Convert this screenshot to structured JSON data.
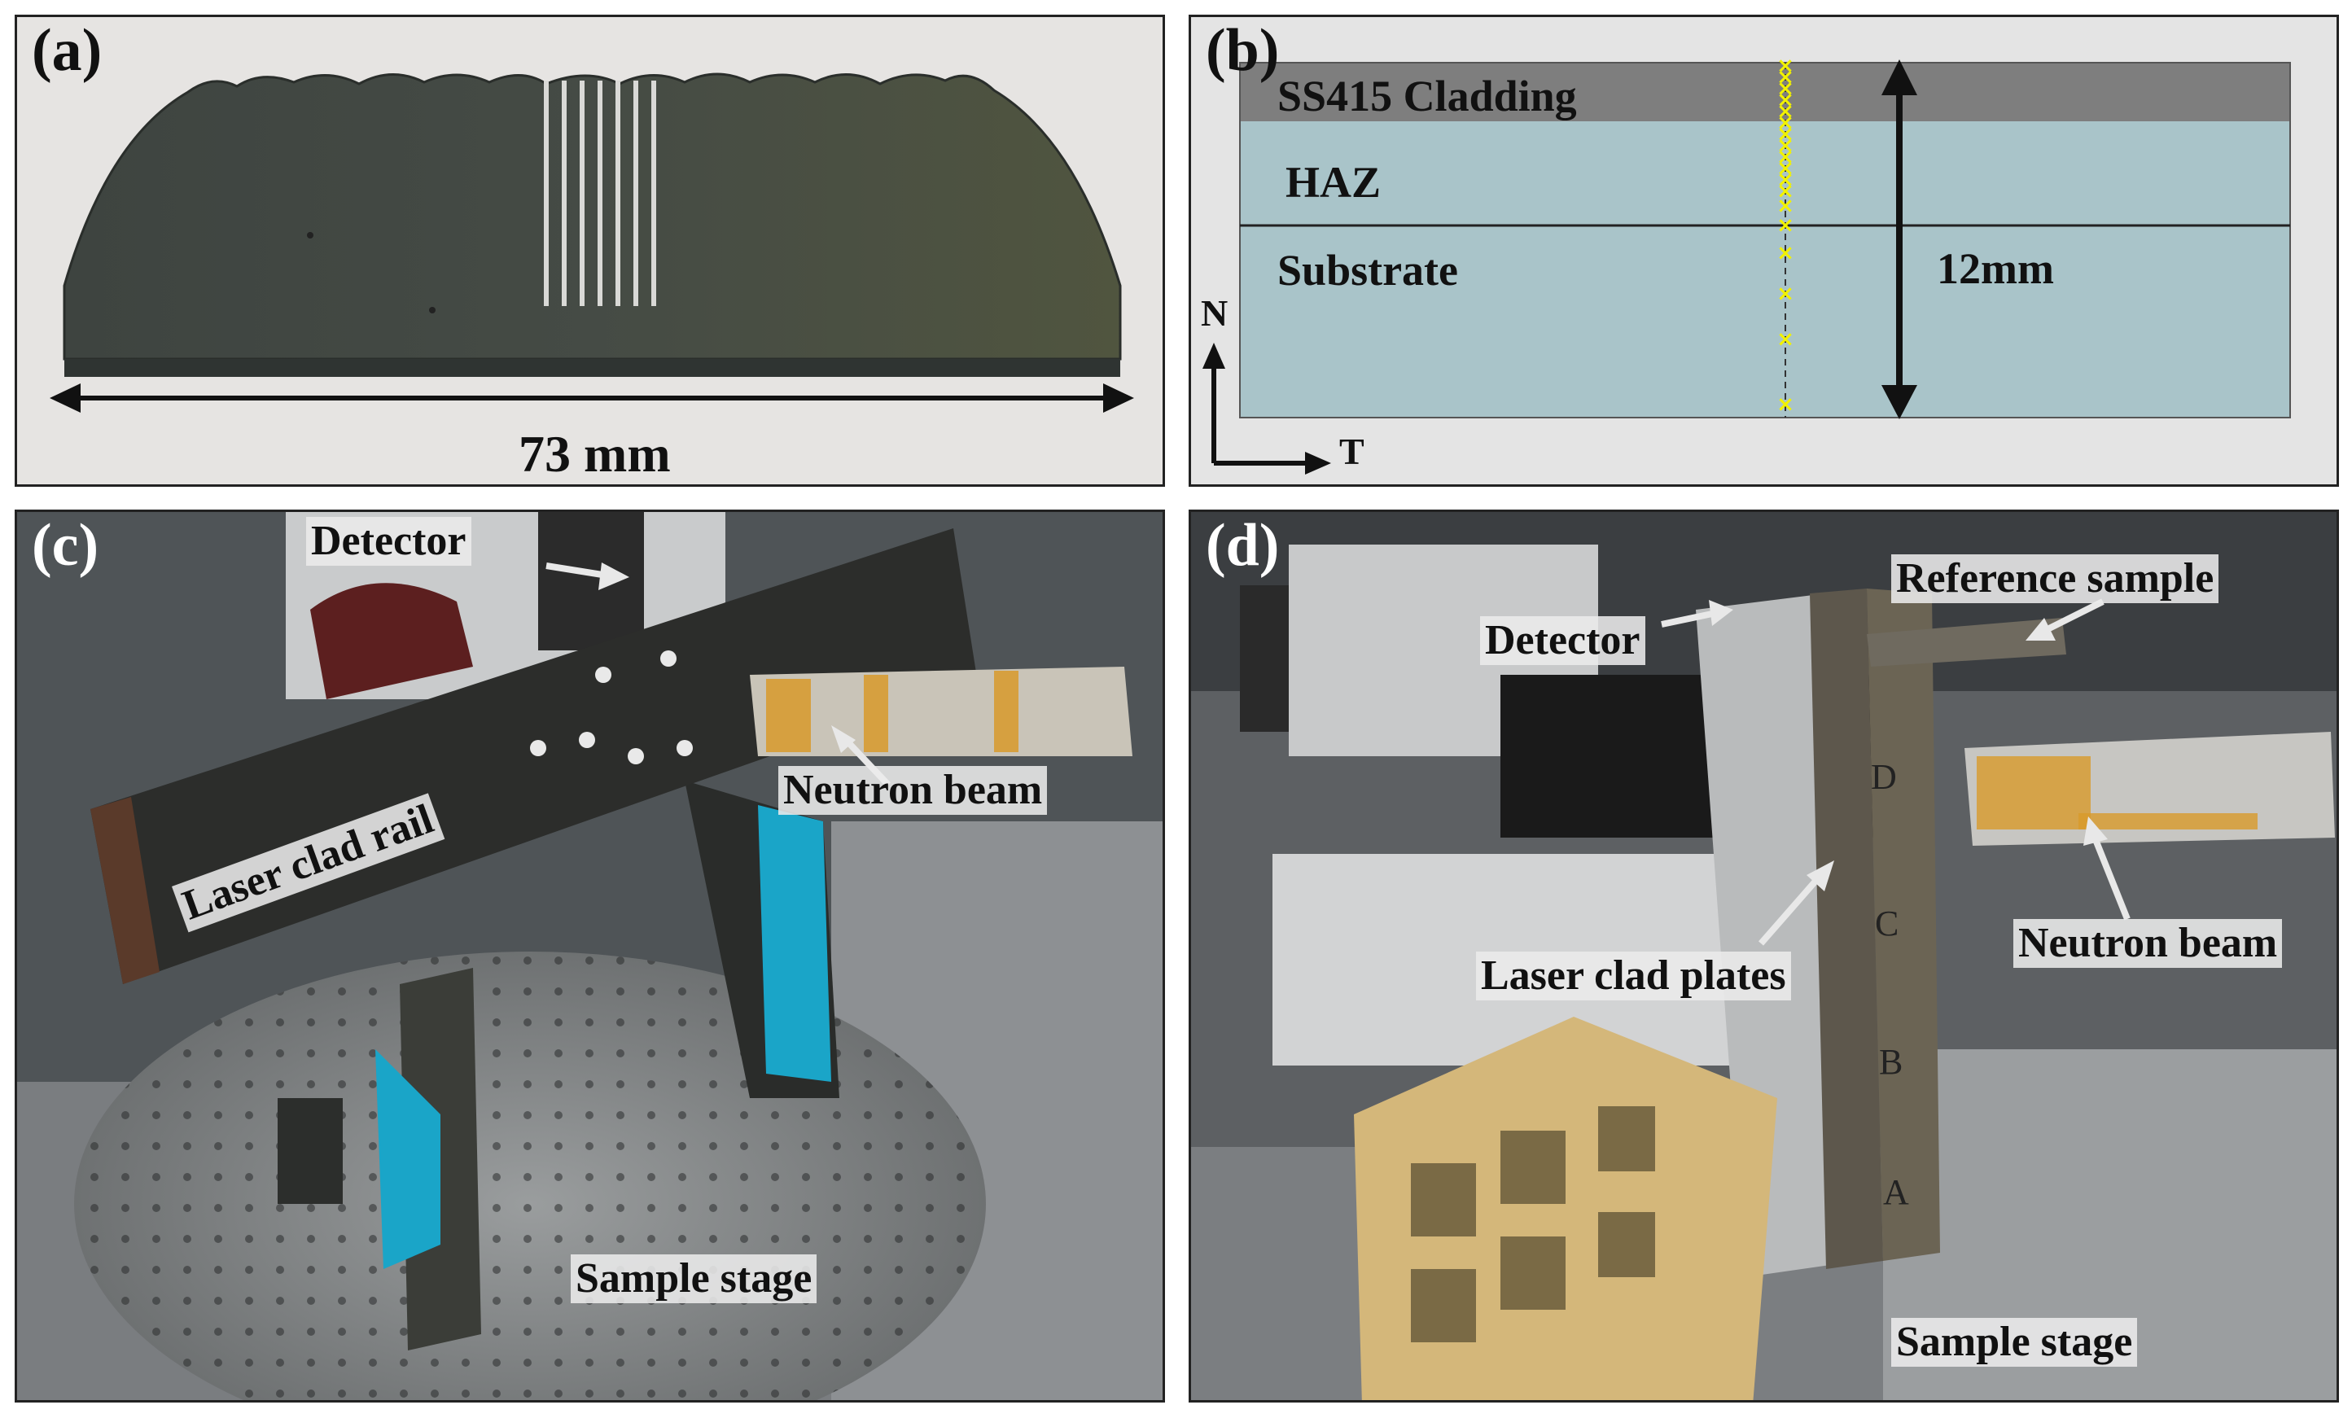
{
  "panel_a": {
    "label": "(a)",
    "dimension": "73 mm"
  },
  "panel_b": {
    "label": "(b)",
    "layers": [
      "SS415 Cladding",
      "HAZ",
      "Substrate"
    ],
    "thickness": "12mm",
    "axis_n": "N",
    "axis_t": "T",
    "marker_color": "#f2f200"
  },
  "panel_c": {
    "label": "(c)",
    "detector": "Detector",
    "neutron_beam": "Neutron beam",
    "rail": "Laser clad rail",
    "stage": "Sample stage"
  },
  "panel_d": {
    "label": "(d)",
    "reference": "Reference sample",
    "detector": "Detector",
    "neutron_beam": "Neutron beam",
    "plates": "Laser clad plates",
    "stage": "Sample stage",
    "plate_letters": [
      "D",
      "C",
      "B",
      "A"
    ]
  }
}
